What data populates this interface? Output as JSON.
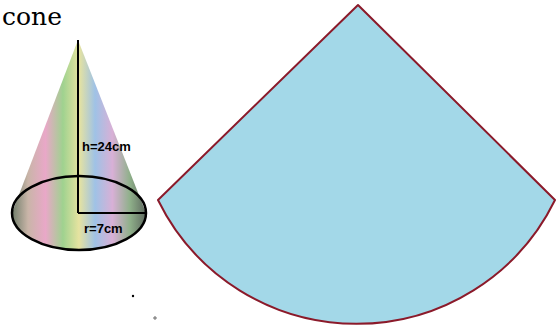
{
  "diagram": {
    "title": "cone",
    "labels": [
      "h=24cm",
      "r=7cm"
    ]
  }
}
